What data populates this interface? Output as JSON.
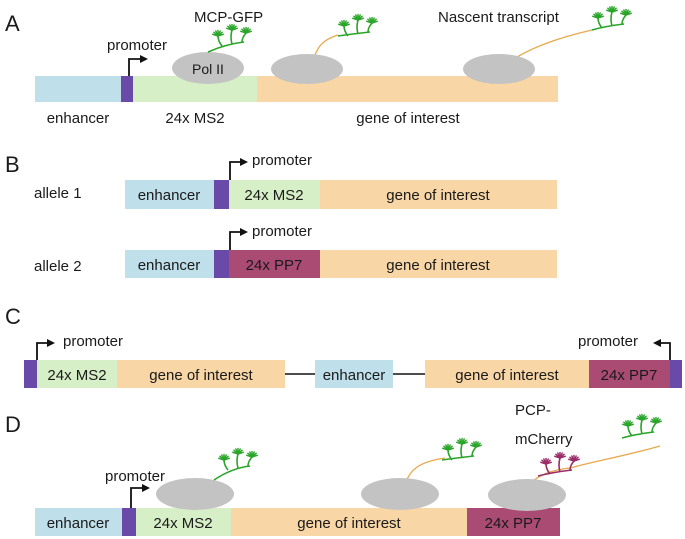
{
  "colors": {
    "enhancer": "#bfe0ea",
    "promoter_block": "#6a4aa8",
    "ms2": "#d6efc6",
    "gene": "#f8d6a6",
    "pp7": "#a94b72",
    "pol": "#c3c3c3",
    "stem_green": "#2aa52a",
    "stem_magenta": "#9a2c68",
    "transcript": "#e8a84c",
    "arrow": "#111111"
  },
  "panels": {
    "a": {
      "letter": "A",
      "labels": {
        "promoter": "promoter",
        "mcp_gfp": "MCP-GFP",
        "nascent": "Nascent transcript",
        "pol": "Pol II",
        "enhancer": "enhancer",
        "ms2": "24x MS2",
        "gene": "gene of interest"
      }
    },
    "b": {
      "letter": "B",
      "allele1": {
        "name": "allele 1",
        "promoter": "promoter",
        "enhancer": "enhancer",
        "tag": "24x MS2",
        "gene": "gene of interest"
      },
      "allele2": {
        "name": "allele 2",
        "promoter": "promoter",
        "enhancer": "enhancer",
        "tag": "24x PP7",
        "gene": "gene of interest"
      }
    },
    "c": {
      "letter": "C",
      "labels": {
        "promoter_left": "promoter",
        "promoter_right": "promoter",
        "ms2": "24x MS2",
        "gene_left": "gene of interest",
        "enhancer": "enhancer",
        "gene_right": "gene of interest",
        "pp7": "24x PP7"
      }
    },
    "d": {
      "letter": "D",
      "labels": {
        "pcp_line1": "PCP-",
        "pcp_line2": "mCherry",
        "promoter": "promoter",
        "enhancer": "enhancer",
        "ms2": "24x MS2",
        "gene": "gene of interest",
        "pp7": "24x PP7"
      }
    }
  }
}
